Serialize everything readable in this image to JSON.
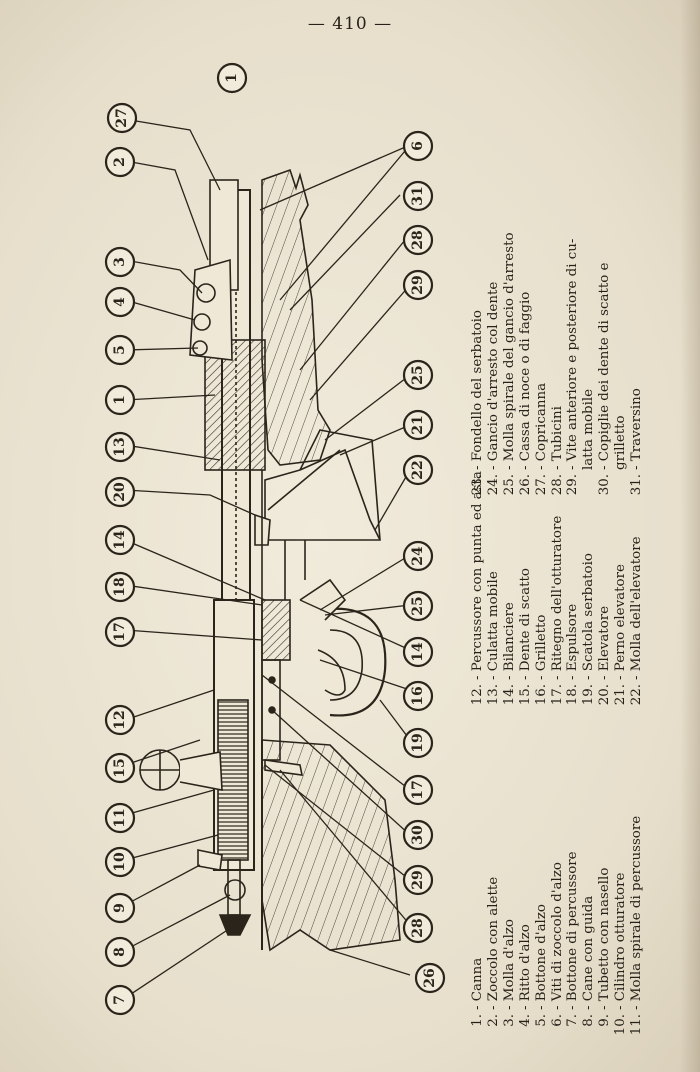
{
  "page_number": "— 410 —",
  "drawing": {
    "callouts": [
      "1",
      "27",
      "2",
      "6",
      "31",
      "28",
      "3",
      "4",
      "29",
      "5",
      "1",
      "25",
      "13",
      "21",
      "20",
      "22",
      "14",
      "24",
      "18",
      "25",
      "17",
      "14",
      "12",
      "16",
      "15",
      "19",
      "11",
      "17",
      "10",
      "30",
      "9",
      "29",
      "8",
      "28",
      "7",
      "26"
    ]
  },
  "legend": {
    "col1": [
      {
        "num": "1.",
        "text": "- Canna"
      },
      {
        "num": "2.",
        "text": "- Zoccolo con alette"
      },
      {
        "num": "3.",
        "text": "- Molla d'alzo"
      },
      {
        "num": "4.",
        "text": "- Ritto d'alzo"
      },
      {
        "num": "5.",
        "text": "- Bottone d'alzo"
      },
      {
        "num": "6.",
        "text": "- Viti di zoccolo d'alzo"
      },
      {
        "num": "7.",
        "text": "- Bottone di percussore"
      },
      {
        "num": "8.",
        "text": "- Cane con guida"
      },
      {
        "num": "9.",
        "text": "- Tubetto con nasello"
      },
      {
        "num": "10.",
        "text": "- Cilindro otturatore"
      },
      {
        "num": "11.",
        "text": "- Molla spirale di percussore"
      }
    ],
    "col2": [
      {
        "num": "12.",
        "text": "- Percussore con punta ed asta"
      },
      {
        "num": "13.",
        "text": "- Culatta mobile"
      },
      {
        "num": "14.",
        "text": "- Bilanciere"
      },
      {
        "num": "15.",
        "text": "- Dente di scatto"
      },
      {
        "num": "16.",
        "text": "- Grilletto"
      },
      {
        "num": "17.",
        "text": "- Ritegno dell'otturatore"
      },
      {
        "num": "18.",
        "text": "- Espulsore"
      },
      {
        "num": "19.",
        "text": "- Scatola serbatoio"
      },
      {
        "num": "20.",
        "text": "- Elevatore"
      },
      {
        "num": "21.",
        "text": "- Perno elevatore"
      },
      {
        "num": "22.",
        "text": "- Molla dell'elevatore"
      }
    ],
    "col3": [
      {
        "num": "23.",
        "text": "- Fondello del serbatoio"
      },
      {
        "num": "24.",
        "text": "- Gancio d'arresto col dente"
      },
      {
        "num": "25.",
        "text": "- Molla spirale del gancio d'arresto"
      },
      {
        "num": "26.",
        "text": "- Cassa di noce o di faggio"
      },
      {
        "num": "27.",
        "text": "- Copricanna"
      },
      {
        "num": "28.",
        "text": "- Tubicini"
      },
      {
        "num": "29.",
        "text": "- Vite anteriore e posteriore di cu-"
      },
      {
        "num": "",
        "text": "latta mobile"
      },
      {
        "num": "30.",
        "text": "- Copiglie dei dente di scatto e"
      },
      {
        "num": "",
        "text": "grilletto"
      },
      {
        "num": "31.",
        "text": "- Traversino"
      }
    ]
  }
}
